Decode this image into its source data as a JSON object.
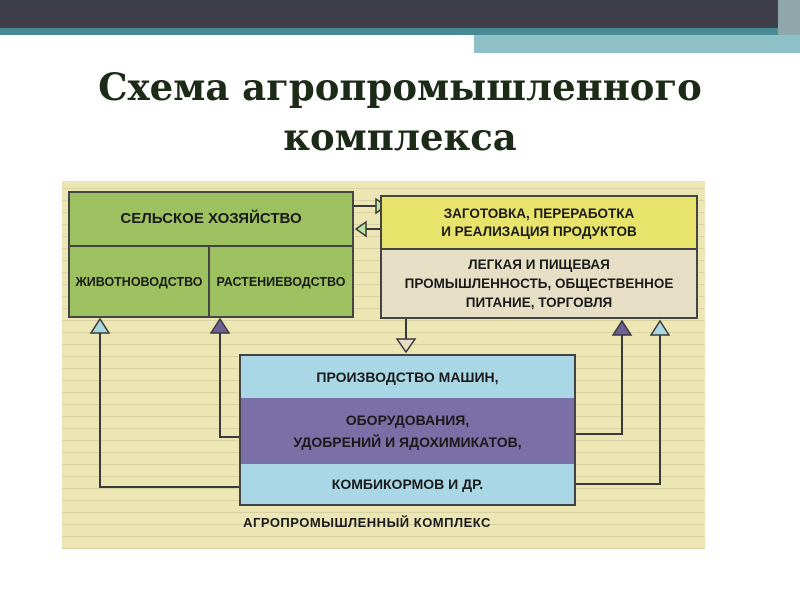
{
  "slide": {
    "title_line1": "Схема агропромышленного",
    "title_line2": "комплекса"
  },
  "diagram": {
    "agriculture": {
      "title": "СЕЛЬСКОЕ ХОЗЯЙСТВО",
      "left": "ЖИВОТНОВОДСТВО",
      "right": "РАСТЕНИЕВОДСТВО"
    },
    "processing": {
      "title_line1": "ЗАГОТОВКА, ПЕРЕРАБОТКА",
      "title_line2": "И РЕАЛИЗАЦИЯ ПРОДУКТОВ",
      "sub_line1": "ЛЕГКАЯ И ПИЩЕВАЯ",
      "sub_line2": "ПРОМЫШЛЕННОСТЬ, ОБЩЕСТВЕННОЕ",
      "sub_line3": "ПИТАНИЕ, ТОРГОВЛЯ"
    },
    "production": {
      "row1": "ПРОИЗВОДСТВО МАШИН,",
      "row2_line1": "ОБОРУДОВАНИЯ,",
      "row2_line2": "УДОБРЕНИЙ И ЯДОХИМИКАТОВ,",
      "row3": "КОМБИКОРМОВ И ДР."
    },
    "caption": "АГРОПРОМЫШЛЕННЫЙ КОМПЛЕКС",
    "colors": {
      "agriculture": "#9dc061",
      "processing_top": "#e8e36a",
      "processing_bottom": "#e6dfc6",
      "production_light": "#a9d7e6",
      "production_dark": "#7a6fa6",
      "background": "#ece6b4",
      "arrow_light": "#a8d7e1",
      "arrow_dark": "#6e5f96"
    }
  }
}
